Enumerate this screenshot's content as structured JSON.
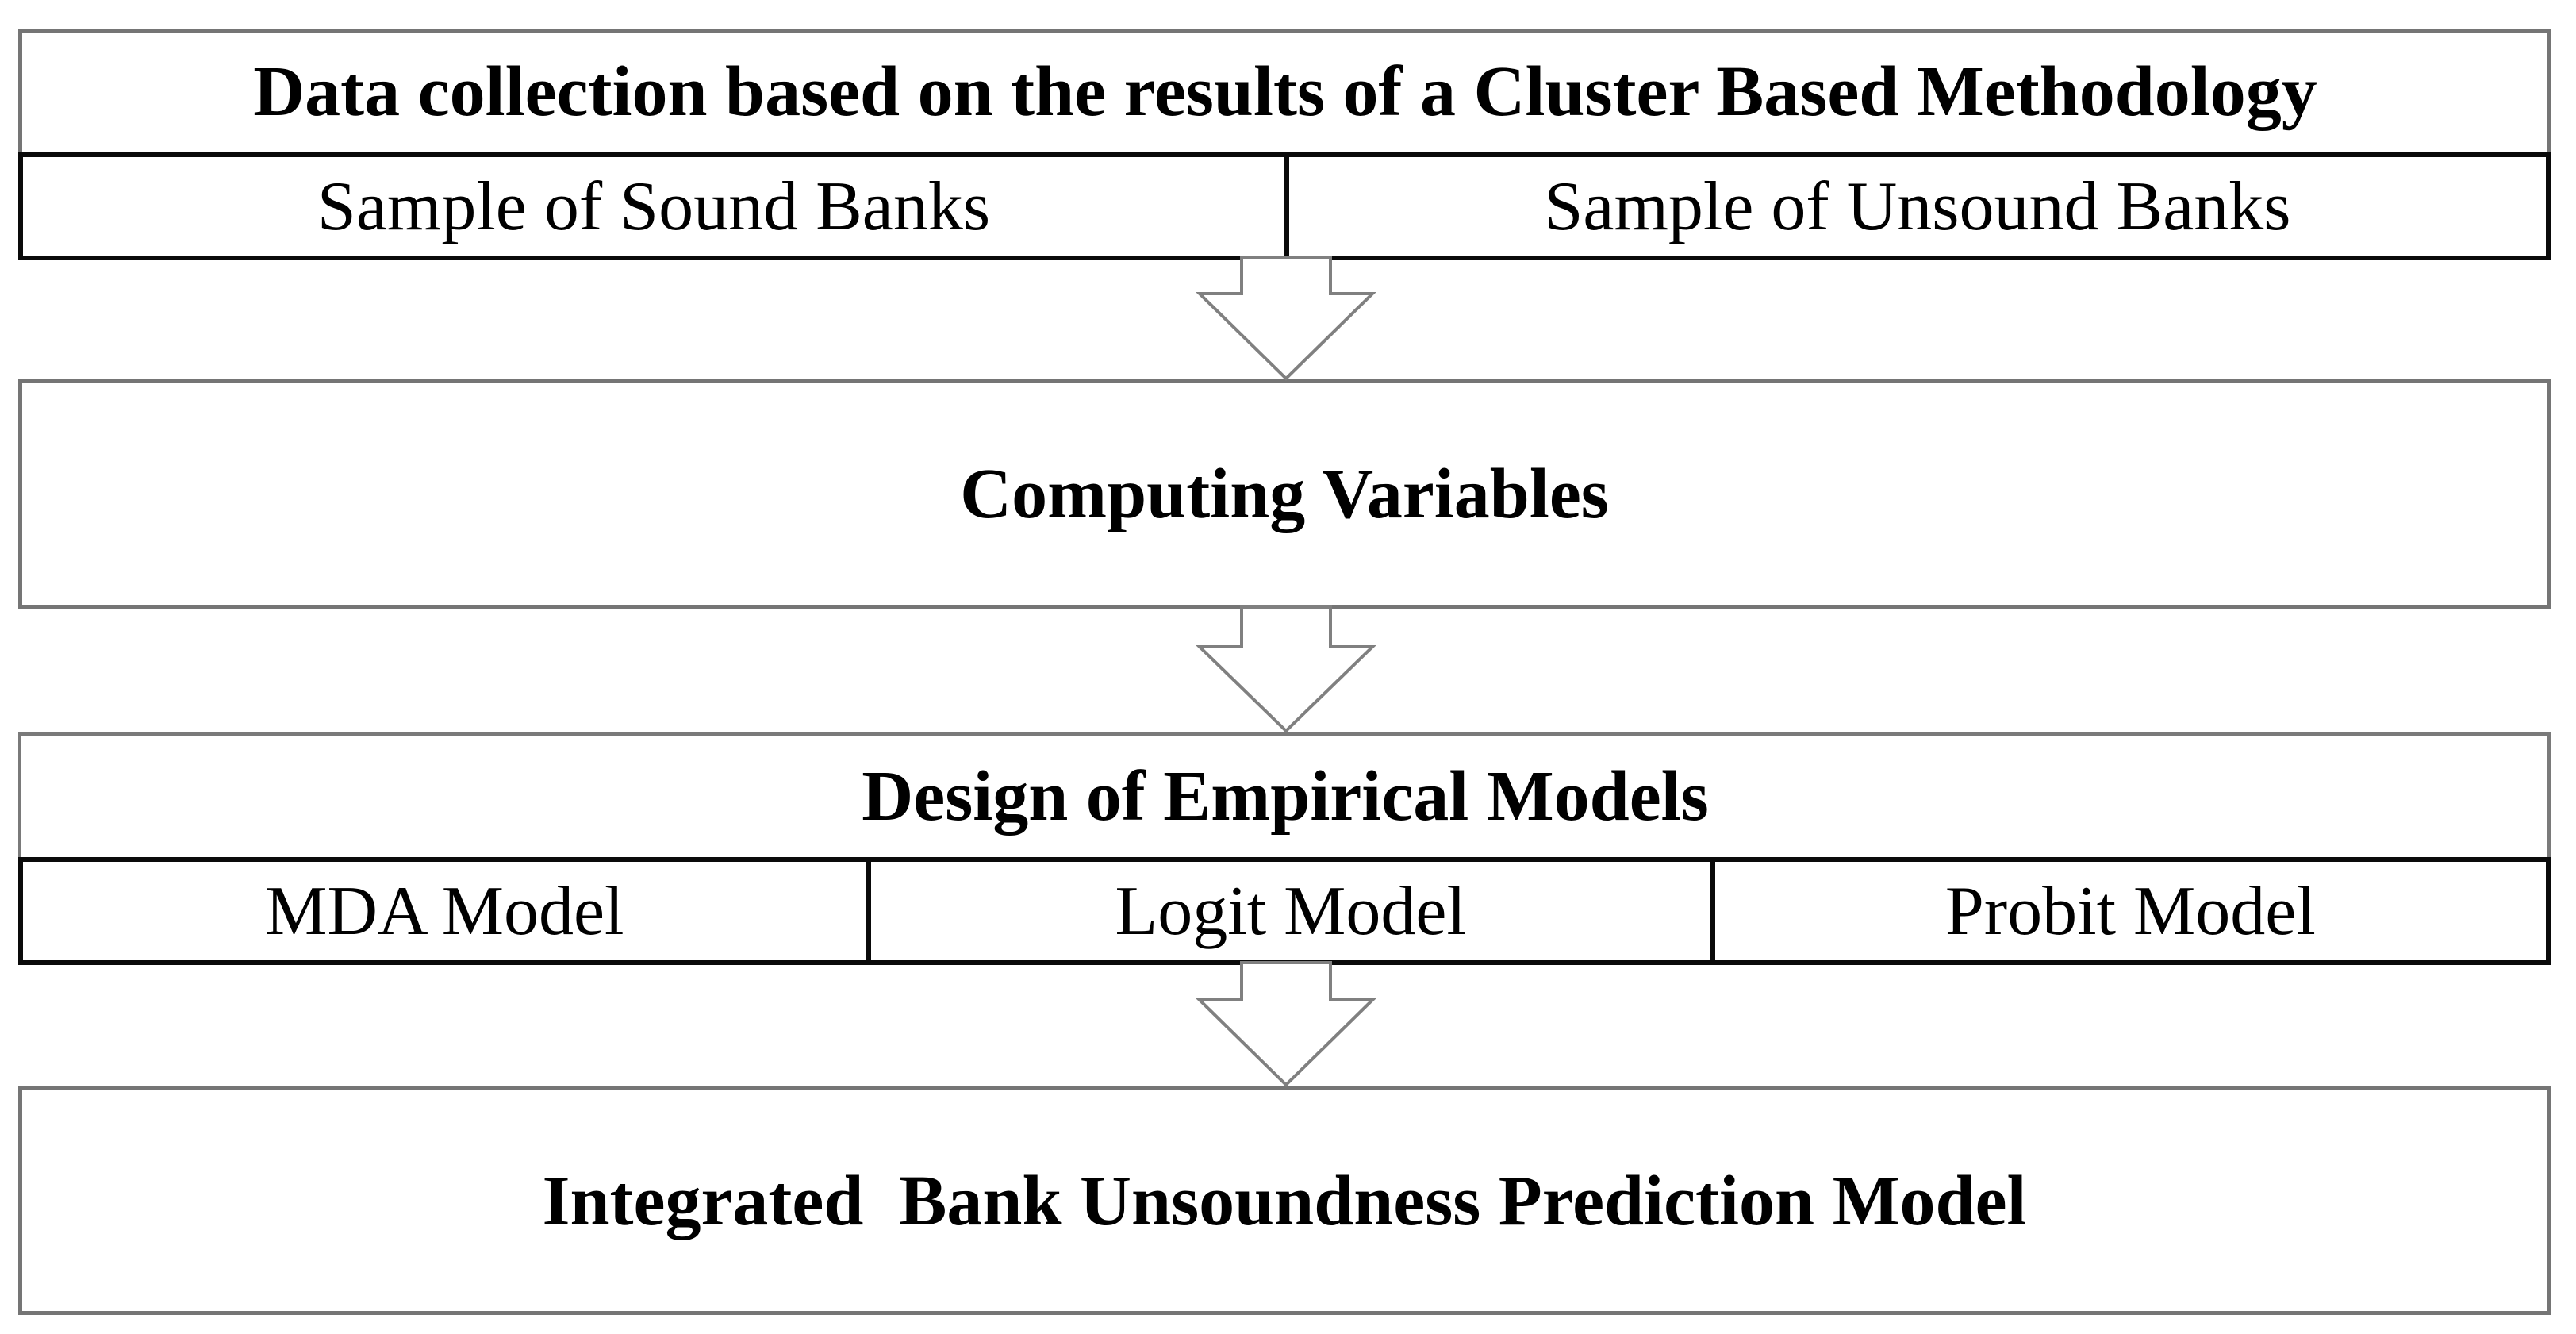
{
  "colors": {
    "background": "#ffffff",
    "outer_box_border": "#757575",
    "cell_border": "#0a0a0a",
    "arrow_outline": "#808080",
    "text": "#000000"
  },
  "diagram": {
    "data_collection": {
      "title": "Data collection based on the results of a Cluster Based Methodology",
      "cells": [
        {
          "label": "Sample of Sound Banks"
        },
        {
          "label": "Sample of Unsound Banks"
        }
      ]
    },
    "computing": {
      "label": "Computing Variables"
    },
    "empirical_models": {
      "title": "Design of Empirical Models",
      "cells": [
        {
          "label": "MDA Model"
        },
        {
          "label": "Logit Model"
        },
        {
          "label": "Probit Model"
        }
      ]
    },
    "integrated": {
      "label": "Integrated  Bank Unsoundness Prediction Model"
    },
    "arrows": [
      {
        "icon": "down-arrow"
      },
      {
        "icon": "down-arrow"
      },
      {
        "icon": "down-arrow"
      }
    ]
  }
}
